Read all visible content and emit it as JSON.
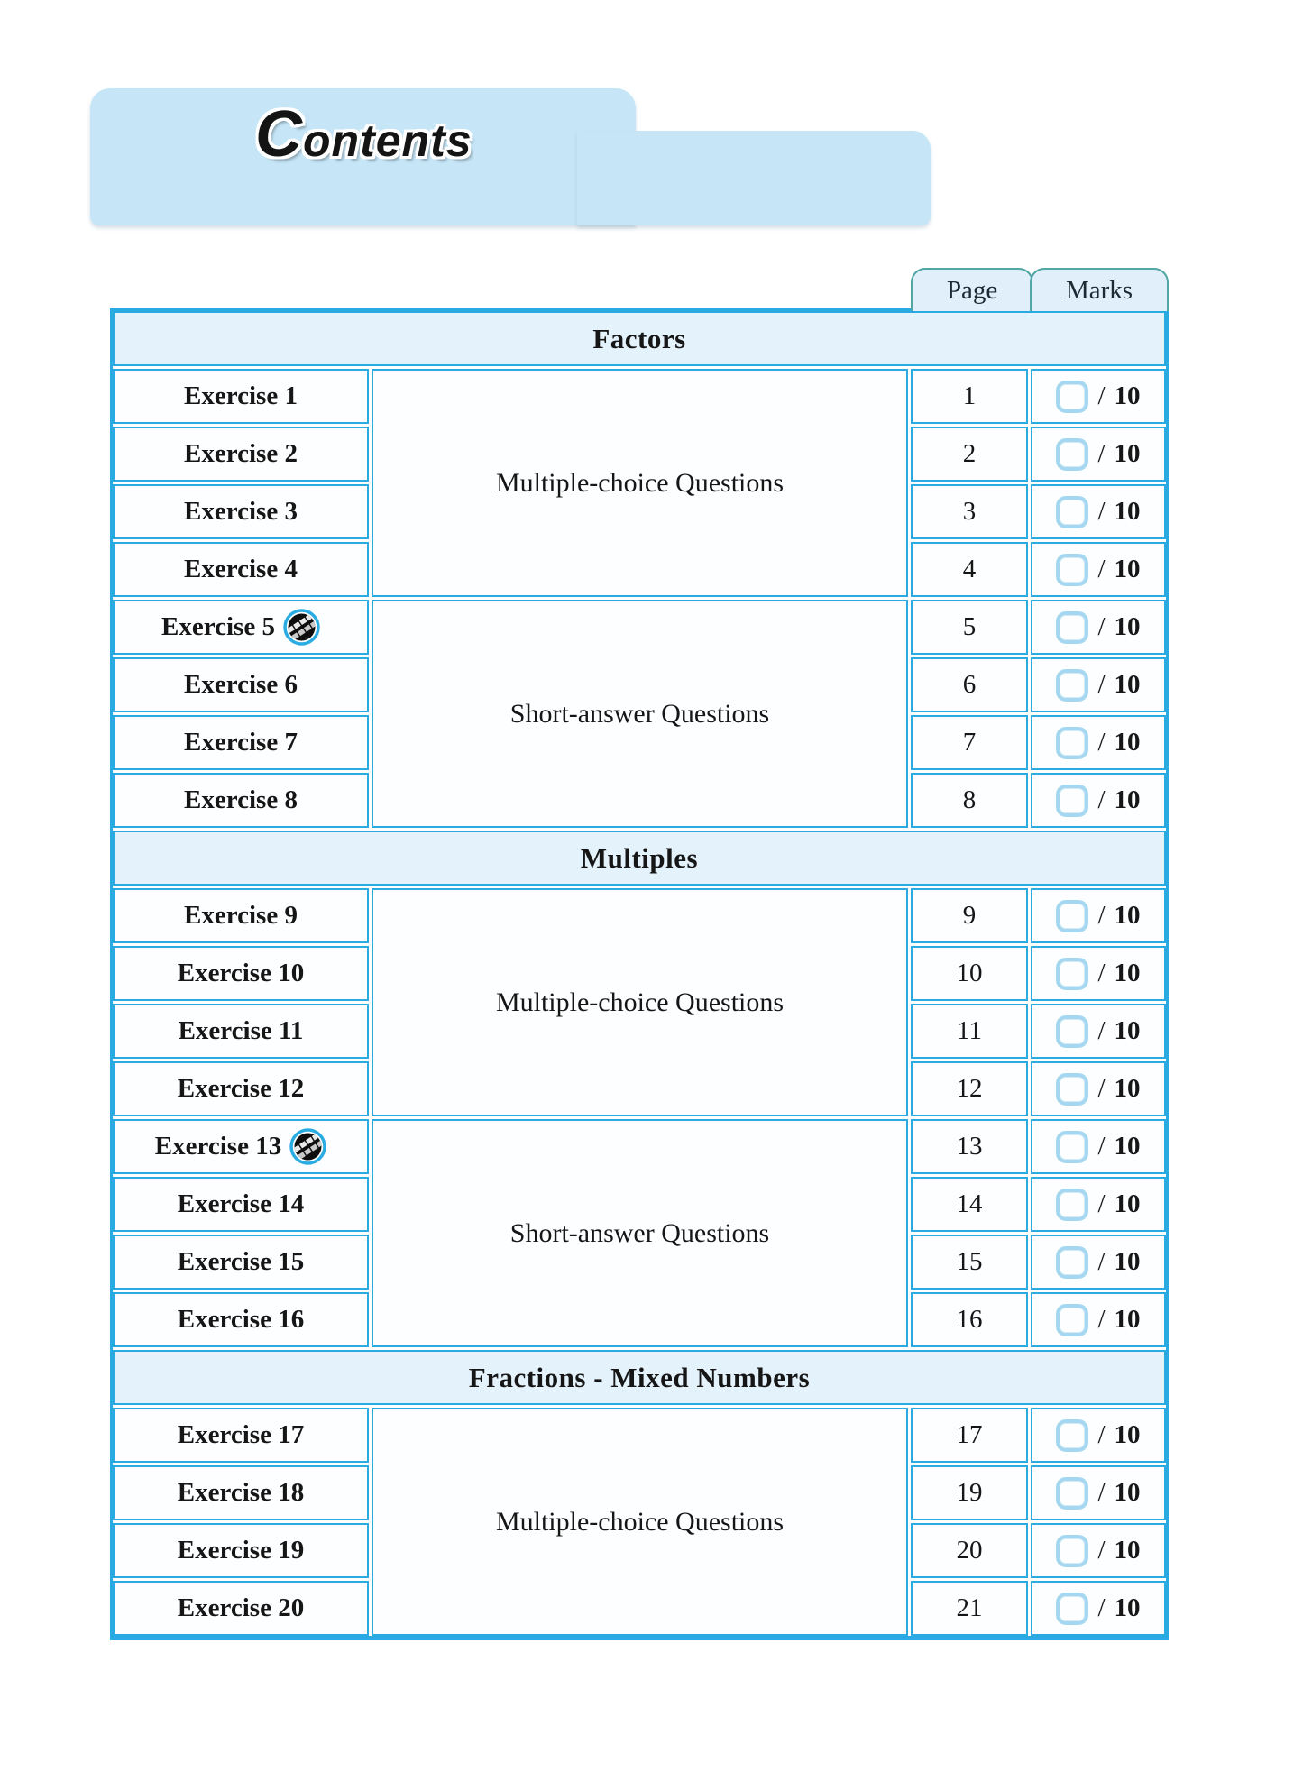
{
  "title": {
    "initial": "C",
    "rest": "ontents"
  },
  "column_tabs": {
    "page_label": "Page",
    "marks_label": "Marks"
  },
  "marks": {
    "separator": "/"
  },
  "icons": {
    "exercise_badge": "blocks-badge-icon"
  },
  "colors": {
    "banner_blue": "#c6e6f7",
    "table_border_cyan": "#29abe2",
    "section_header_bg": "#e4f2fb",
    "tab_border_teal": "#4fa6a4",
    "marks_box_border": "#a5d8f0"
  },
  "sections": [
    {
      "title": "Factors",
      "groups": [
        {
          "type_label": "Multiple-choice Questions",
          "exercises": [
            {
              "label": "Exercise 1",
              "page": "1",
              "marks_total": "10",
              "has_icon": false
            },
            {
              "label": "Exercise 2",
              "page": "2",
              "marks_total": "10",
              "has_icon": false
            },
            {
              "label": "Exercise 3",
              "page": "3",
              "marks_total": "10",
              "has_icon": false
            },
            {
              "label": "Exercise 4",
              "page": "4",
              "marks_total": "10",
              "has_icon": false
            }
          ]
        },
        {
          "type_label": "Short-answer Questions",
          "exercises": [
            {
              "label": "Exercise 5",
              "page": "5",
              "marks_total": "10",
              "has_icon": true
            },
            {
              "label": "Exercise 6",
              "page": "6",
              "marks_total": "10",
              "has_icon": false
            },
            {
              "label": "Exercise 7",
              "page": "7",
              "marks_total": "10",
              "has_icon": false
            },
            {
              "label": "Exercise 8",
              "page": "8",
              "marks_total": "10",
              "has_icon": false
            }
          ]
        }
      ]
    },
    {
      "title": "Multiples",
      "groups": [
        {
          "type_label": "Multiple-choice Questions",
          "exercises": [
            {
              "label": "Exercise 9",
              "page": "9",
              "marks_total": "10",
              "has_icon": false
            },
            {
              "label": "Exercise 10",
              "page": "10",
              "marks_total": "10",
              "has_icon": false
            },
            {
              "label": "Exercise 11",
              "page": "11",
              "marks_total": "10",
              "has_icon": false
            },
            {
              "label": "Exercise 12",
              "page": "12",
              "marks_total": "10",
              "has_icon": false
            }
          ]
        },
        {
          "type_label": "Short-answer Questions",
          "exercises": [
            {
              "label": "Exercise 13",
              "page": "13",
              "marks_total": "10",
              "has_icon": true
            },
            {
              "label": "Exercise 14",
              "page": "14",
              "marks_total": "10",
              "has_icon": false
            },
            {
              "label": "Exercise 15",
              "page": "15",
              "marks_total": "10",
              "has_icon": false
            },
            {
              "label": "Exercise 16",
              "page": "16",
              "marks_total": "10",
              "has_icon": false
            }
          ]
        }
      ]
    },
    {
      "title": "Fractions - Mixed Numbers",
      "groups": [
        {
          "type_label": "Multiple-choice Questions",
          "exercises": [
            {
              "label": "Exercise 17",
              "page": "17",
              "marks_total": "10",
              "has_icon": false
            },
            {
              "label": "Exercise 18",
              "page": "19",
              "marks_total": "10",
              "has_icon": false
            },
            {
              "label": "Exercise 19",
              "page": "20",
              "marks_total": "10",
              "has_icon": false
            },
            {
              "label": "Exercise 20",
              "page": "21",
              "marks_total": "10",
              "has_icon": false
            }
          ]
        }
      ]
    }
  ]
}
